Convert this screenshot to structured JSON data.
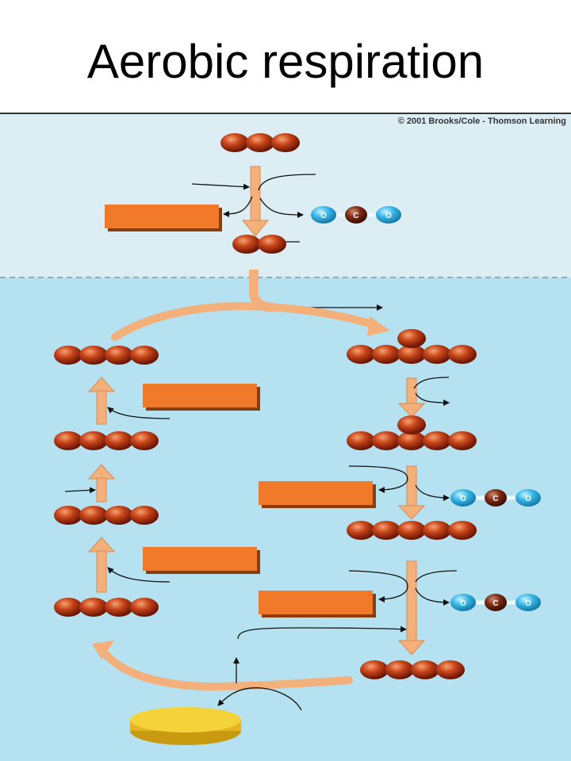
{
  "title": "Aerobic respiration",
  "copyright": "© 2001 Brooks/Cole - Thomson Learning",
  "co2_atom_labels": [
    "O",
    "C",
    "O"
  ],
  "colors": {
    "upper_region": "#dcedf4",
    "lower_region": "#b5e1f0",
    "carbon_ball": "#b8340f",
    "orange_box": "#f07a2a",
    "pathway_arrow": "#f3b07a",
    "oxygen_atom": "#35b6e6",
    "disc": "#f6d23a"
  }
}
